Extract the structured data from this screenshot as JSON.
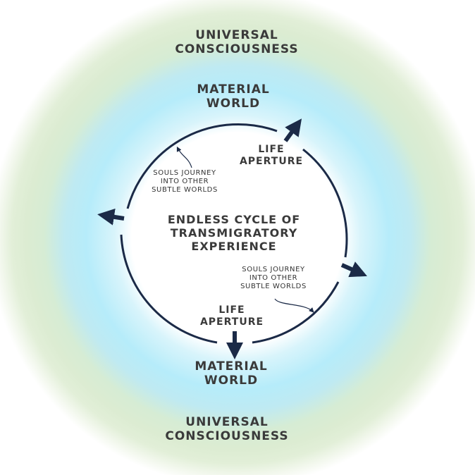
{
  "diagram": {
    "outer_label_top": [
      "Universal",
      "Consciousness"
    ],
    "outer_label_bottom": [
      "Universal",
      "Consciousness"
    ],
    "material_top": [
      "Material",
      "World"
    ],
    "material_bottom": [
      "Material",
      "World"
    ],
    "center_title": [
      "Endless Cycle of",
      "Transmigratory",
      "Experience"
    ],
    "aperture_top": [
      "Life",
      "Aperture"
    ],
    "aperture_bottom": [
      "Life",
      "Aperture"
    ],
    "souls_top_left": [
      "Souls Journey",
      "into other",
      "subtle worlds"
    ],
    "souls_bottom_right": [
      "Souls Journey",
      "into other",
      "subtle worlds"
    ]
  },
  "colors": {
    "ring": "#1b2a47",
    "text": "#3a3a3a",
    "inner_zone": "#b6ecfa",
    "outer_zone": "#dcecd2"
  }
}
